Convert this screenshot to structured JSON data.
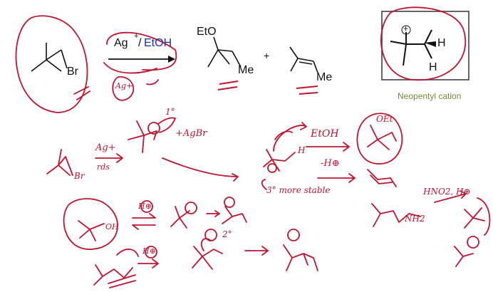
{
  "typed": {
    "bromide_label": "Br",
    "reagent_ag": "Ag",
    "reagent_ag_sup": "+",
    "reagent_slash": "/",
    "reagent_solvent": "EtOH",
    "ether_eto": "EtO",
    "ether_me": "Me",
    "plus": "+",
    "alkene_me": "Me",
    "cation_charge": "+",
    "cation_h_top": "H",
    "cation_h_bottom": "H",
    "caption": "Neopentyl cation"
  },
  "colors": {
    "ink": "#111111",
    "annotation": "#c01530",
    "solvent_blue": "#1a2fb5",
    "caption_green": "#7a8a3a",
    "box": "#555555"
  },
  "handwritten": {
    "ag_plus": "Ag+",
    "rds": "rds",
    "plus_agbr": "+AgBr",
    "primary": "1°",
    "etoh": "EtOH",
    "minus_h": "-H⊕",
    "oet": "OEt",
    "tertiary_more_stable": "3° more stable",
    "h_plus": "H⊕",
    "hno2_h": "HNO2, H⊕",
    "oh": "OH",
    "nh2": "NH2",
    "secondary": "2°",
    "h_letter": "H"
  }
}
